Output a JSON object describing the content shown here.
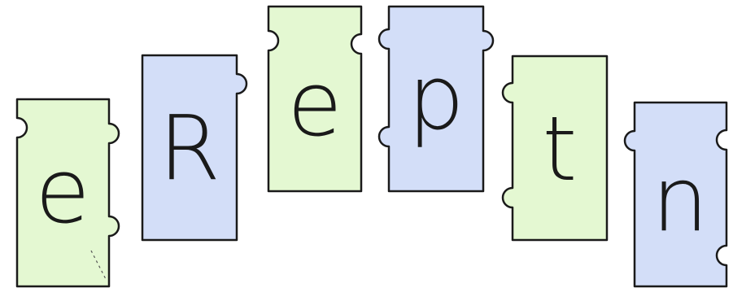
{
  "puzzle": {
    "tiles": [
      {
        "letter": "e",
        "color": "#e4f8d2",
        "color_name": "green"
      },
      {
        "letter": "R",
        "color": "#d3def8",
        "color_name": "blue"
      },
      {
        "letter": "e",
        "color": "#e4f8d2",
        "color_name": "green"
      },
      {
        "letter": "p",
        "color": "#d3def8",
        "color_name": "blue"
      },
      {
        "letter": "t",
        "color": "#e4f8d2",
        "color_name": "green"
      },
      {
        "letter": "n",
        "color": "#d3def8",
        "color_name": "blue"
      }
    ],
    "stroke_color": "#1a1a1a"
  }
}
